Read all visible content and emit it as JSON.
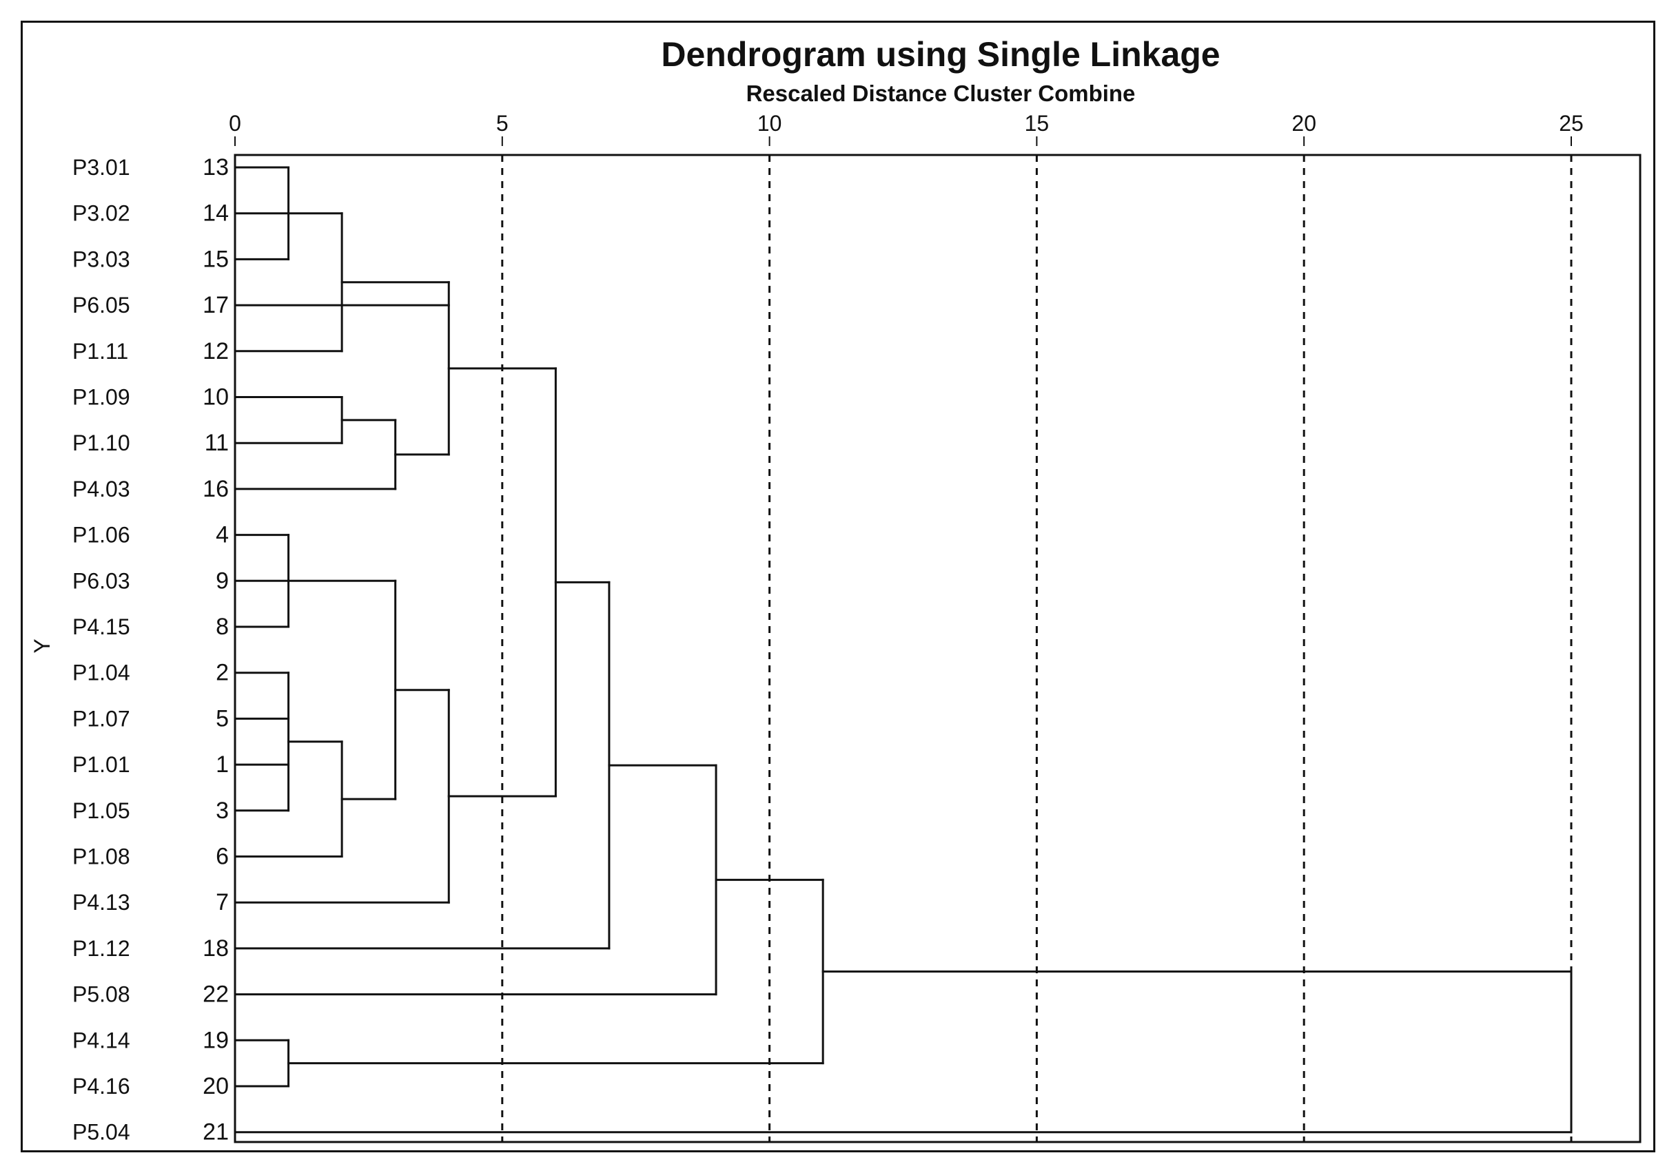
{
  "chart_data": {
    "type": "dendrogram",
    "title": "Dendrogram using Single Linkage",
    "subtitle": "Rescaled Distance Cluster Combine",
    "side_label": "Y",
    "x_ticks": [
      "0",
      "5",
      "10",
      "15",
      "20",
      "25"
    ],
    "x_tick_values": [
      0,
      5,
      10,
      15,
      20,
      25
    ],
    "xlim": [
      0,
      25
    ],
    "grid": "dashed vertical at 5, 10, 15, 20, 25",
    "leaves": [
      {
        "label": "P3.01",
        "id": "13"
      },
      {
        "label": "P3.02",
        "id": "14"
      },
      {
        "label": "P3.03",
        "id": "15"
      },
      {
        "label": "P6.05",
        "id": "17"
      },
      {
        "label": "P1.11",
        "id": "12"
      },
      {
        "label": "P1.09",
        "id": "10"
      },
      {
        "label": "P1.10",
        "id": "11"
      },
      {
        "label": "P4.03",
        "id": "16"
      },
      {
        "label": "P1.06",
        "id": "4"
      },
      {
        "label": "P6.03",
        "id": "9"
      },
      {
        "label": "P4.15",
        "id": "8"
      },
      {
        "label": "P1.04",
        "id": "2"
      },
      {
        "label": "P1.07",
        "id": "5"
      },
      {
        "label": "P1.01",
        "id": "1"
      },
      {
        "label": "P1.05",
        "id": "3"
      },
      {
        "label": "P1.08",
        "id": "6"
      },
      {
        "label": "P4.13",
        "id": "7"
      },
      {
        "label": "P1.12",
        "id": "18"
      },
      {
        "label": "P5.08",
        "id": "22"
      },
      {
        "label": "P4.14",
        "id": "19"
      },
      {
        "label": "P4.16",
        "id": "20"
      },
      {
        "label": "P5.04",
        "id": "21"
      }
    ],
    "merges": [
      {
        "name": "A",
        "children": [
          "L0",
          "L1",
          "L2"
        ],
        "height": 1
      },
      {
        "name": "B",
        "children": [
          "A",
          "L4"
        ],
        "height": 2
      },
      {
        "name": "C",
        "children": [
          "L5",
          "L6"
        ],
        "height": 2
      },
      {
        "name": "D",
        "children": [
          "C",
          "L7"
        ],
        "height": 3
      },
      {
        "name": "E",
        "children": [
          "B",
          "D"
        ],
        "height": 4
      },
      {
        "name": "F",
        "children": [
          "L8",
          "L9",
          "L10"
        ],
        "height": 1
      },
      {
        "name": "G",
        "children": [
          "L11",
          "L12",
          "L13",
          "L14"
        ],
        "height": 1
      },
      {
        "name": "H",
        "children": [
          "G",
          "L15"
        ],
        "height": 2
      },
      {
        "name": "I",
        "children": [
          "F",
          "H"
        ],
        "height": 3
      },
      {
        "name": "J",
        "children": [
          "I",
          "L16"
        ],
        "height": 4
      },
      {
        "name": "K",
        "children": [
          "E",
          "J"
        ],
        "height": 6
      },
      {
        "name": "L",
        "children": [
          "K",
          "L17"
        ],
        "height": 7
      },
      {
        "name": "M",
        "children": [
          "L",
          "L18"
        ],
        "height": 9
      },
      {
        "name": "N",
        "children": [
          "L19",
          "L20"
        ],
        "height": 1
      },
      {
        "name": "O",
        "children": [
          "M",
          "N"
        ],
        "height": 11
      },
      {
        "name": "P",
        "children": [
          "O",
          "L21"
        ],
        "height": 25
      }
    ],
    "extra_attachments": [
      {
        "leaf": "L3",
        "height": 4
      }
    ]
  }
}
